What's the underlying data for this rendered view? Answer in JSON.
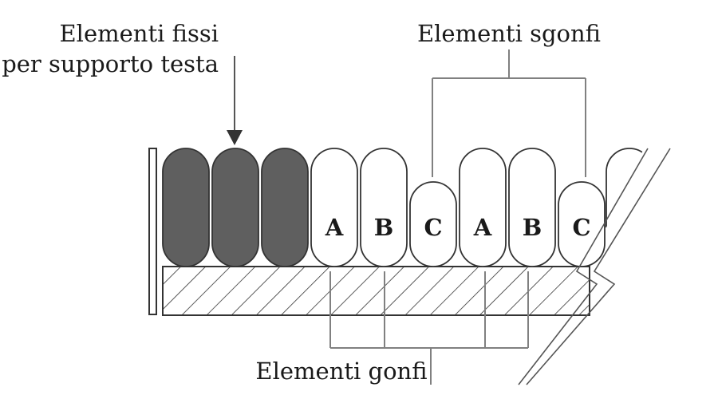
{
  "labels": {
    "fixed_line1": "Elementi fissi",
    "fixed_line2": "per supporto testa",
    "deflated": "Elementi sgonfi",
    "inflated": "Elementi gonfi"
  },
  "cells": [
    {
      "letter": "",
      "type": "fixed"
    },
    {
      "letter": "",
      "type": "fixed"
    },
    {
      "letter": "",
      "type": "fixed"
    },
    {
      "letter": "A",
      "type": "inflated"
    },
    {
      "letter": "B",
      "type": "inflated"
    },
    {
      "letter": "C",
      "type": "deflated"
    },
    {
      "letter": "A",
      "type": "inflated"
    },
    {
      "letter": "B",
      "type": "inflated"
    },
    {
      "letter": "C",
      "type": "deflated"
    },
    {
      "letter": "",
      "type": "partial"
    }
  ],
  "colors": {
    "fixed_fill": "#5f5f5f",
    "outline": "#333333",
    "connector": "#808080",
    "text": "#1a1a1a"
  }
}
